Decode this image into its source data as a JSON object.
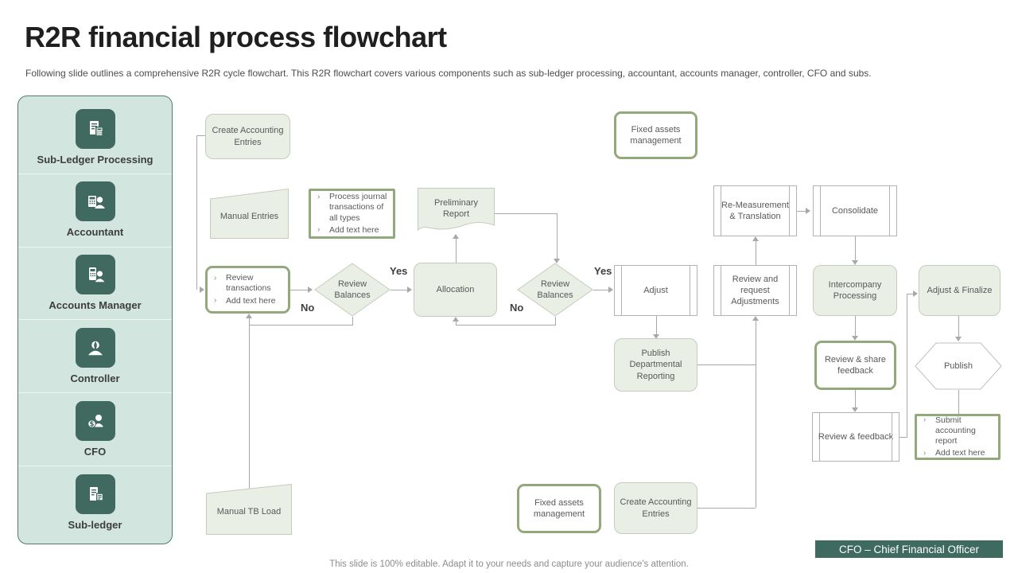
{
  "header": {
    "title": "R2R financial process flowchart",
    "subtitle": "Following slide outlines a comprehensive R2R cycle flowchart. This R2R flowchart covers various components such as sub-ledger processing, accountant, accounts manager, controller, CFO and subs."
  },
  "sidebar": {
    "items": [
      {
        "label": "Sub-Ledger Processing",
        "icon": "ledger-calculator-icon"
      },
      {
        "label": "Accountant",
        "icon": "calculator-person-icon"
      },
      {
        "label": "Accounts Manager",
        "icon": "phone-person-icon"
      },
      {
        "label": "Controller",
        "icon": "person-icon"
      },
      {
        "label": "CFO",
        "icon": "dollar-person-icon"
      },
      {
        "label": "Sub-ledger",
        "icon": "document-receipt-icon"
      }
    ]
  },
  "flowchart": {
    "bullet_marker": "›",
    "labels": {
      "yes1": "Yes",
      "no1": "No",
      "yes2": "Yes",
      "no2": "No"
    },
    "nodes": {
      "create_entries_top": {
        "label": "Create Accounting Entries",
        "shape": "rounded-rect"
      },
      "fixed_assets_top": {
        "label": "Fixed assets management",
        "shape": "green-border-rect"
      },
      "manual_entries": {
        "label": "Manual Entries",
        "shape": "manual-input-trapezoid"
      },
      "process_journal": {
        "bullets": [
          "Process journal transactions of all types",
          "Add text here"
        ],
        "shape": "green-border-rect"
      },
      "preliminary_report": {
        "label": "Preliminary Report",
        "shape": "document"
      },
      "re_measurement": {
        "label": "Re-Measurement & Translation",
        "shape": "predefined-process"
      },
      "consolidate": {
        "label": "Consolidate",
        "shape": "predefined-process"
      },
      "review_transactions": {
        "bullets": [
          "Review transactions",
          "Add text here"
        ],
        "shape": "green-border-rect"
      },
      "review_balances_1": {
        "label": "Review Balances",
        "shape": "decision-diamond"
      },
      "allocation": {
        "label": "Allocation",
        "shape": "rounded-rect"
      },
      "review_balances_2": {
        "label": "Review Balances",
        "shape": "decision-diamond"
      },
      "adjust": {
        "label": "Adjust",
        "shape": "predefined-process"
      },
      "review_request": {
        "label": "Review and request Adjustments",
        "shape": "predefined-process"
      },
      "intercompany": {
        "label": "Intercompany Processing",
        "shape": "rounded-rect"
      },
      "adjust_finalize": {
        "label": "Adjust & Finalize",
        "shape": "rounded-rect"
      },
      "publish_dept": {
        "label": "Publish Departmental Reporting",
        "shape": "rounded-rect"
      },
      "review_share": {
        "label": "Review & share feedback",
        "shape": "green-border-rect"
      },
      "publish_hex": {
        "label": "Publish",
        "shape": "hexagon"
      },
      "review_feedback": {
        "label": "Review & feedback",
        "shape": "predefined-process"
      },
      "submit_report": {
        "bullets": [
          "Submit accounting report",
          "Add text here"
        ],
        "shape": "green-border-rect"
      },
      "manual_tb": {
        "label": "Manual TB Load",
        "shape": "manual-input-trapezoid"
      },
      "fixed_assets_bottom": {
        "label": "Fixed assets management",
        "shape": "green-border-rect"
      },
      "create_entries_bottom": {
        "label": "Create Accounting Entries",
        "shape": "rounded-rect"
      }
    }
  },
  "footer": {
    "note": "This slide is 100% editable. Adapt it to your needs and capture your audience's attention.",
    "badge": "CFO – Chief Financial Officer"
  },
  "colors": {
    "dark_teal": "#40695f",
    "sidebar_bg": "#d3e5df",
    "shape_fill": "#e9efe4",
    "green_border": "#94a97b",
    "connector_gray": "#a8a8a8"
  }
}
